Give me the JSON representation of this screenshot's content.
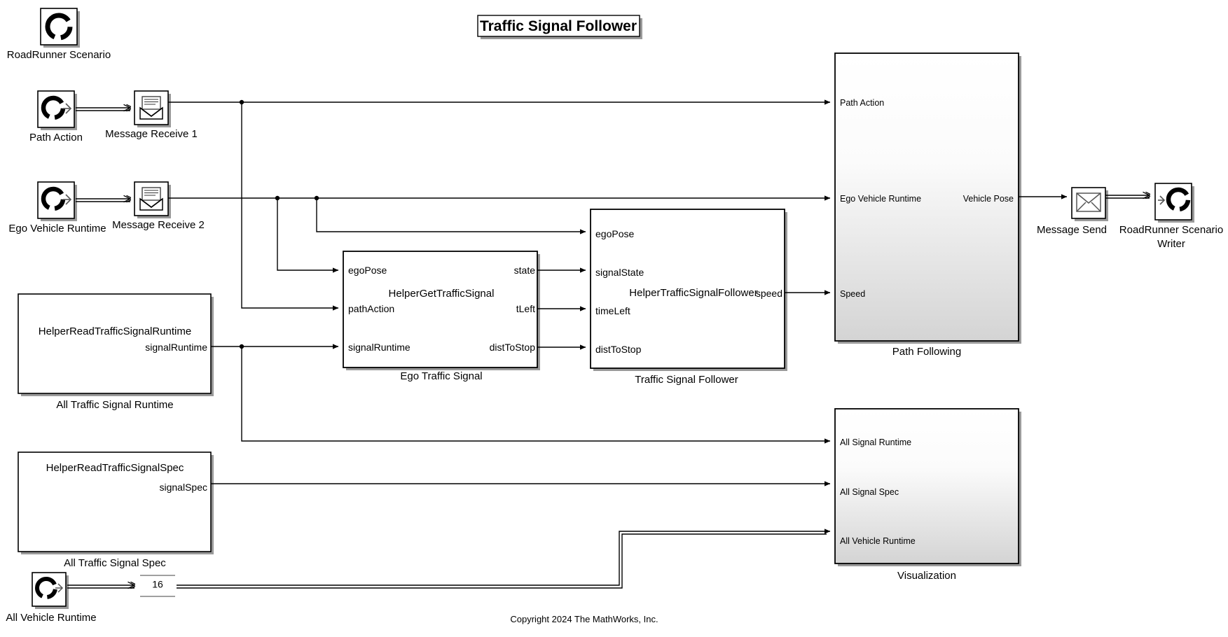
{
  "diagram": {
    "title": "Traffic Signal Follower",
    "copyright": "Copyright 2024 The MathWorks, Inc.",
    "colors": {
      "line": "#000000",
      "block_fill": "#ffffff",
      "subsystem_gradient_top": "#ffffff",
      "subsystem_gradient_bottom": "#d4d4d4",
      "shadow": "#9a9a9a",
      "dim_line": "#808080"
    }
  },
  "blocks": {
    "roadrunner_scenario": {
      "name": "RoadRunner Scenario",
      "icon": "roadrunner-scenario-icon"
    },
    "path_action_src": {
      "name": "Path Action",
      "icon": "roadrunner-scenario-read-icon"
    },
    "message_receive_1": {
      "name": "Message Receive 1",
      "icon": "message-receive-icon"
    },
    "ego_vehicle_runtime_src": {
      "name": "Ego Vehicle Runtime",
      "icon": "roadrunner-scenario-read-icon"
    },
    "message_receive_2": {
      "name": "Message Receive 2",
      "icon": "message-receive-icon"
    },
    "all_traffic_signal_runtime": {
      "name": "All Traffic Signal Runtime",
      "label": "HelperReadTrafficSignalRuntime",
      "outputs": [
        "signalRuntime"
      ]
    },
    "all_traffic_signal_spec": {
      "name": "All Traffic Signal Spec",
      "label": "HelperReadTrafficSignalSpec",
      "outputs": [
        "signalSpec"
      ]
    },
    "all_vehicle_runtime_src": {
      "name": "All Vehicle Runtime",
      "icon": "roadrunner-scenario-read-icon"
    },
    "signal_dimension": {
      "value": "16"
    },
    "ego_traffic_signal": {
      "name": "Ego Traffic Signal",
      "label": "HelperGetTrafficSignal",
      "inputs": [
        "egoPose",
        "pathAction",
        "signalRuntime"
      ],
      "outputs": [
        "state",
        "tLeft",
        "distToStop"
      ]
    },
    "traffic_signal_follower": {
      "name": "Traffic Signal Follower",
      "label": "HelperTrafficSignalFollower",
      "inputs": [
        "egoPose",
        "signalState",
        "timeLeft",
        "distToStop"
      ],
      "outputs": [
        "speed"
      ]
    },
    "path_following": {
      "name": "Path Following",
      "inputs": [
        "Path Action",
        "Ego Vehicle Runtime",
        "Speed"
      ],
      "outputs": [
        "Vehicle Pose"
      ]
    },
    "visualization": {
      "name": "Visualization",
      "inputs": [
        "All Signal Runtime",
        "All Signal Spec",
        "All Vehicle Runtime"
      ]
    },
    "message_send": {
      "name": "Message Send",
      "icon": "message-send-icon"
    },
    "roadrunner_scenario_writer": {
      "name_line1": "RoadRunner Scenario",
      "name_line2": "Writer",
      "icon": "roadrunner-scenario-write-icon"
    }
  }
}
